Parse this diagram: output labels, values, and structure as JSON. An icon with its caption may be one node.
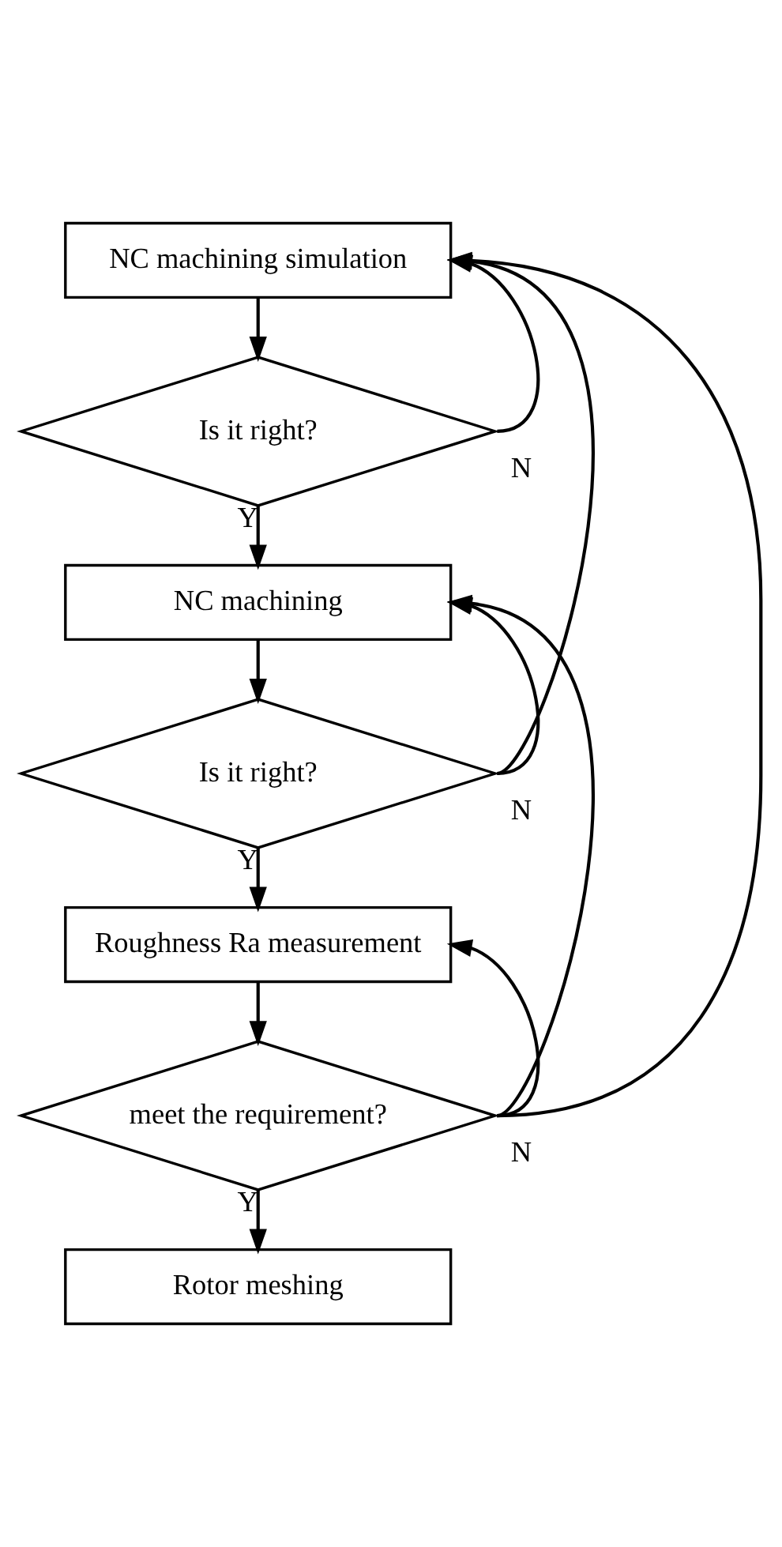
{
  "diagram": {
    "nodes": [
      {
        "text": [
          "NC machining simulation"
        ]
      },
      {
        "text": [
          "Is it right?"
        ]
      },
      {
        "text": [
          "NC machining"
        ]
      },
      {
        "text": [
          "Is it right?"
        ]
      },
      {
        "text": [
          "Roughness Ra measurement"
        ]
      },
      {
        "text": [
          "meet the requirement?"
        ]
      },
      {
        "text": [
          "Rotor meshing"
        ]
      }
    ],
    "edges": [
      {
        "from": 0,
        "to": 1,
        "arrow": "to"
      },
      {
        "from": 1,
        "to": 0,
        "arrow": "to",
        "label": "N"
      },
      {
        "from": 1,
        "to": 2,
        "arrow": "to",
        "label": "Y"
      },
      {
        "from": 2,
        "to": 3,
        "arrow": "to"
      },
      {
        "from": 3,
        "to": 2,
        "arrow": "to",
        "label": "N"
      },
      {
        "from": 3,
        "to": 0,
        "arrow": "to"
      },
      {
        "from": 3,
        "to": 4,
        "arrow": "to",
        "label": "Y"
      },
      {
        "from": 4,
        "to": 5,
        "arrow": "to"
      },
      {
        "from": 5,
        "to": 4,
        "arrow": "to",
        "label": "N"
      },
      {
        "from": 5,
        "to": 2,
        "arrow": "to"
      },
      {
        "from": 5,
        "to": 0,
        "arrow": "to"
      },
      {
        "from": 5,
        "to": 6,
        "arrow": "to",
        "label": "Y"
      }
    ]
  }
}
